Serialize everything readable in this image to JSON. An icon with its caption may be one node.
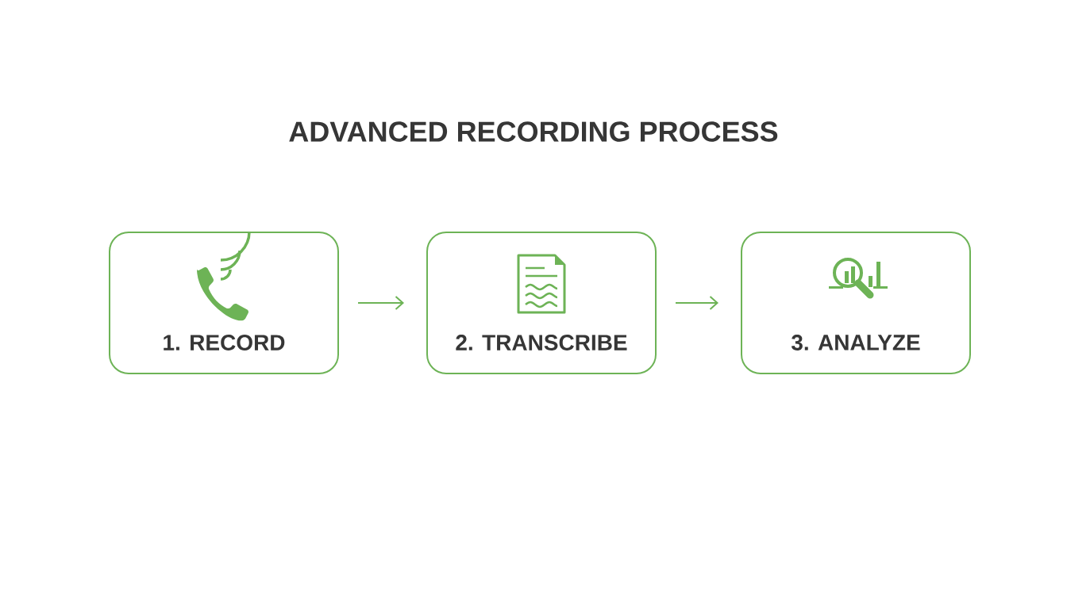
{
  "diagram": {
    "title": "ADVANCED RECORDING PROCESS",
    "nodes": [
      {
        "text": [
          "1. RECORD"
        ]
      },
      {
        "text": [
          "2. TRANSCRIBE"
        ]
      },
      {
        "text": [
          "3. ANALYZE"
        ]
      }
    ],
    "edges": [
      {
        "from": 0,
        "to": 1,
        "arrow": "to"
      },
      {
        "from": 1,
        "to": 2,
        "arrow": "to"
      }
    ]
  }
}
